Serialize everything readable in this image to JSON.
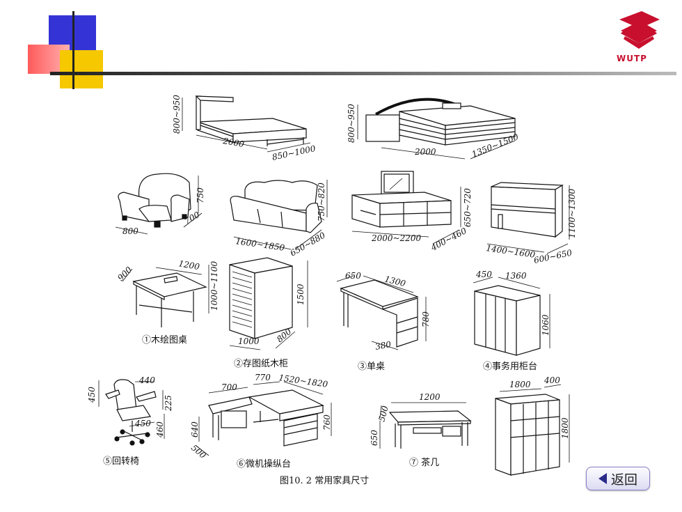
{
  "logo": {
    "text": "WUTP",
    "color": "#c8102e"
  },
  "figure": {
    "caption": "图10. 2  常用家具尺寸",
    "bed_single": {
      "h": "800~950",
      "l": "2000",
      "w": "850~1000"
    },
    "bed_double": {
      "h": "800~950",
      "l": "2000",
      "w": "1350~1500"
    },
    "armchair": {
      "h": "750",
      "w": "800",
      "d": "700"
    },
    "sofa": {
      "h": "750~820",
      "l": "1600~1850",
      "d": "650~880"
    },
    "tv_cabinet": {
      "h": "650~720",
      "l": "2000~2200",
      "d": "400~460"
    },
    "piano": {
      "h": "1100~1300",
      "l": "1400~1600",
      "d": "600~650"
    },
    "drafting_table": {
      "caption": "①木绘图桌",
      "d": "900",
      "w": "1200",
      "h": "1000~1100"
    },
    "drawing_cabinet": {
      "caption": "②存图纸木柜",
      "h": "1500",
      "w": "1000",
      "d": "800"
    },
    "single_desk": {
      "caption": "③单桌",
      "d": "650",
      "w": "1300",
      "h": "780",
      "ped": "380"
    },
    "office_cabinet": {
      "caption": "④事务用柜台",
      "d": "450",
      "w": "1360",
      "h": "1060"
    },
    "swivel_chair": {
      "caption": "⑤回转椅",
      "back": "450",
      "width": "440",
      "arm": "225",
      "seat_w": "450",
      "seat_h": "460"
    },
    "computer_desk": {
      "caption": "⑥微机操纵台",
      "a": "700",
      "b": "770",
      "c": "1520~1820",
      "h1": "640",
      "d": "500",
      "h2": "760"
    },
    "tea_table": {
      "caption": "⑦ 茶几",
      "l": "1200",
      "d": "500",
      "h": "650"
    },
    "bookcase": {
      "w": "1800",
      "d": "400",
      "h": "1800"
    }
  },
  "back_button": {
    "label": "返回"
  }
}
